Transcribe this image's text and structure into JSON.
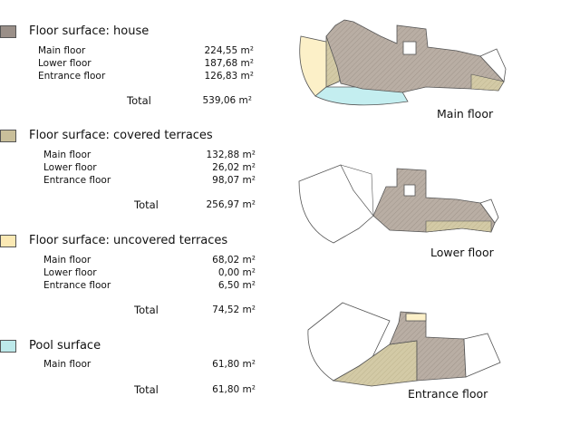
{
  "sections": [
    {
      "title": "Floor surface: house",
      "swatch_color": "#9a8f88",
      "rows": [
        {
          "label": "Main floor",
          "value": "224,55 m²"
        },
        {
          "label": "Lower floor",
          "value": "187,68 m²"
        },
        {
          "label": "Entrance floor",
          "value": "126,83 m²"
        }
      ],
      "total_label": "Total",
      "total_value": "539,06 m²"
    },
    {
      "title": "Floor surface: covered terraces",
      "swatch_color": "#c9bf9a",
      "rows": [
        {
          "label": "Main floor",
          "value": "132,88 m²"
        },
        {
          "label": "Lower floor",
          "value": "26,02 m²"
        },
        {
          "label": "Entrance floor",
          "value": "98,07 m²"
        }
      ],
      "total_label": "Total",
      "total_value": "256,97 m²"
    },
    {
      "title": "Floor surface: uncovered terraces",
      "swatch_color": "#fbe9b4",
      "rows": [
        {
          "label": "Main floor",
          "value": "68,02 m²"
        },
        {
          "label": "Lower floor",
          "value": "0,00 m²"
        },
        {
          "label": "Entrance floor",
          "value": "6,50 m²"
        }
      ],
      "total_label": "Total",
      "total_value": "74,52 m²"
    },
    {
      "title": "Pool surface",
      "swatch_color": "#bde9ea",
      "rows": [
        {
          "label": "Main floor",
          "value": "61,80 m²"
        }
      ],
      "total_label": "Total",
      "total_value": "61,80 m²"
    }
  ],
  "plans": {
    "main_label": "Main floor",
    "lower_label": "Lower floor",
    "entrance_label": "Entrance floor"
  },
  "colors": {
    "house": "#bcb2a8",
    "covered": "#d4cba8",
    "uncovered": "#fcf0c8",
    "pool": "#c4eef0",
    "outline": "#555555"
  }
}
